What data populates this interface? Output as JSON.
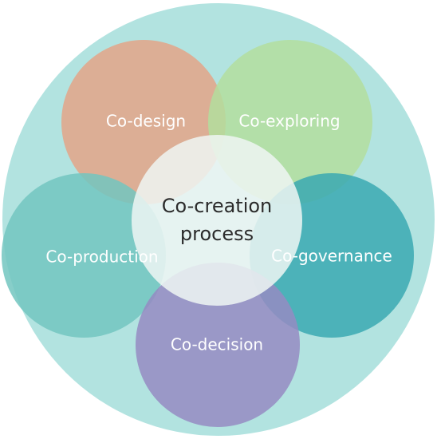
{
  "diagram": {
    "outer_color": "#b2e3e0",
    "center_color": "#eef6f3",
    "center_label_line1": "Co-creation",
    "center_label_line2": "process",
    "circles": [
      {
        "id": "co-design",
        "label": "Co-design",
        "color": "#e3a587"
      },
      {
        "id": "co-exploring",
        "label": "Co-exploring",
        "color": "#b3de9e"
      },
      {
        "id": "co-production",
        "label": "Co-production",
        "color": "#72c5c0"
      },
      {
        "id": "co-governance",
        "label": "Co-governance",
        "color": "#3aa9b1"
      },
      {
        "id": "co-decision",
        "label": "Co-decision",
        "color": "#958bc2"
      }
    ]
  }
}
